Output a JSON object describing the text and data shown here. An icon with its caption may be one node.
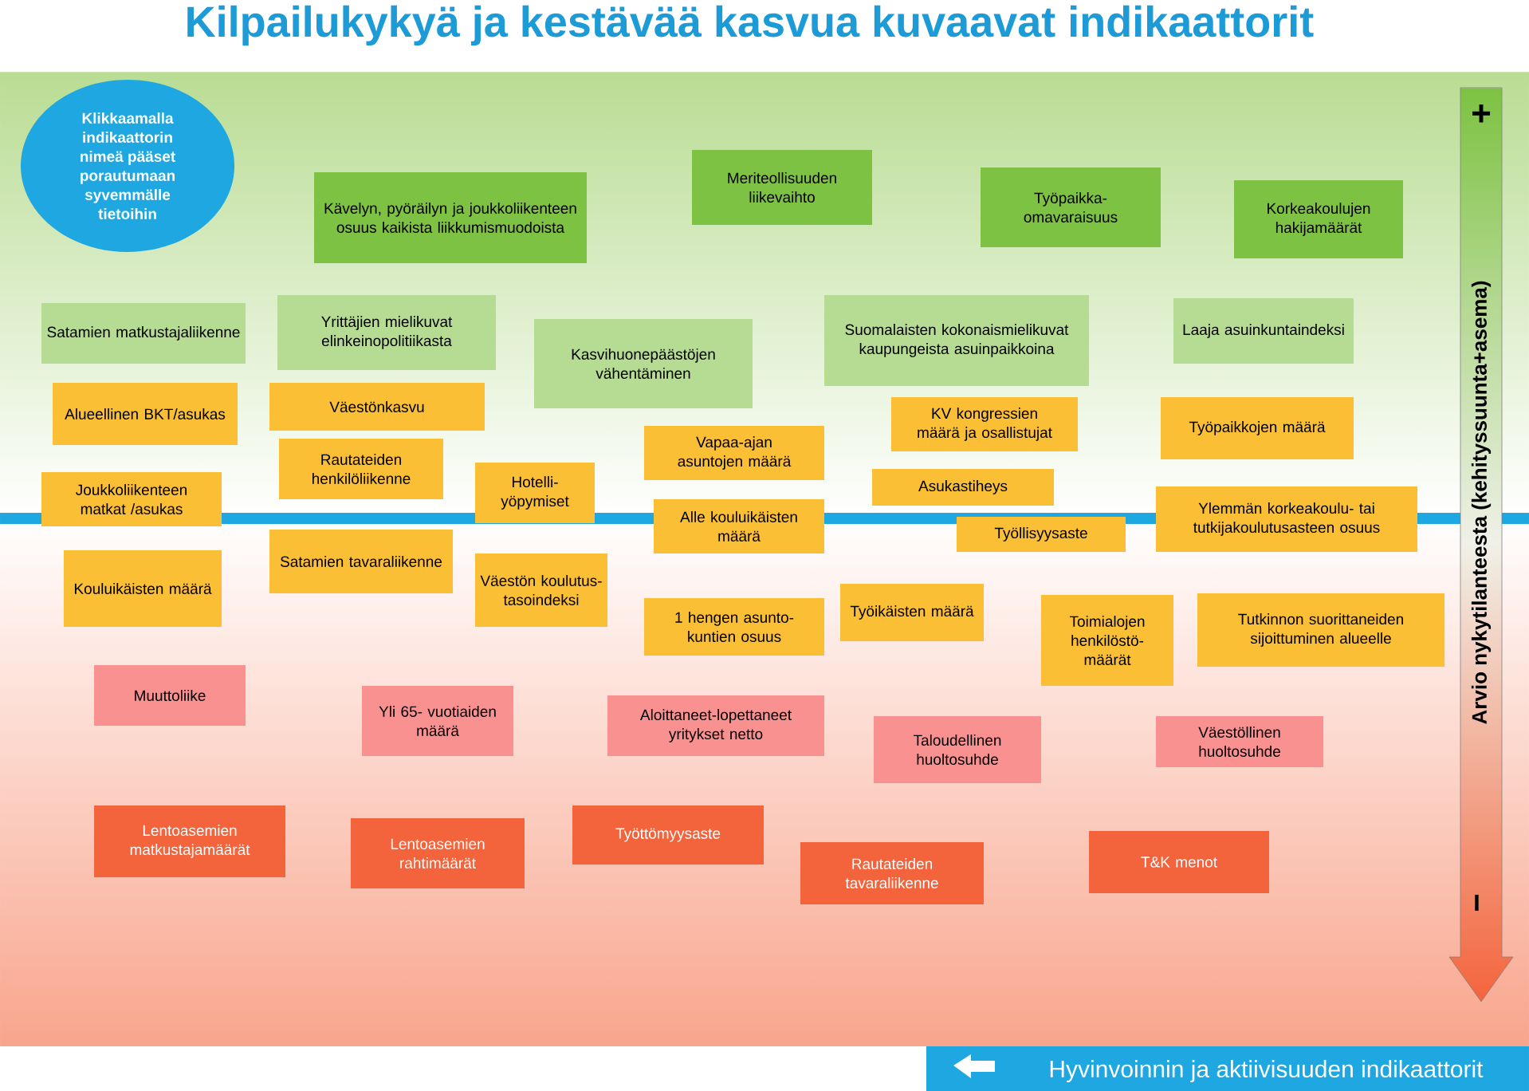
{
  "diagram": {
    "title": "Kilpailukykyä ja kestävää kasvua kuvaavat indikaattorit",
    "nodes": [
      {
        "text": [
          "Klikkaamalla indikaattorin nimeä pääset porautumaan syvemmälle tietoihin"
        ]
      },
      {
        "text": [
          "Kävelyn, pyöräilyn ja joukkoliikenteen osuus kaikista liikkumismuodoista"
        ]
      },
      {
        "text": [
          "Meriteollisuuden liikevaihto"
        ]
      },
      {
        "text": [
          "Työpaikka- omavaraisuus"
        ]
      },
      {
        "text": [
          "Korkeakoulujen hakijamäärät"
        ]
      },
      {
        "text": [
          "Satamien matkustajaliikenne"
        ]
      },
      {
        "text": [
          "Yrittäjien mielikuvat elinkeinopolitiikasta"
        ]
      },
      {
        "text": [
          "Kasvihuonepäästöjen vähentäminen"
        ]
      },
      {
        "text": [
          "Suomalaisten kokonaismielikuvat kaupungeista asuinpaikkoina"
        ]
      },
      {
        "text": [
          "Laaja asuinkuntaindeksi"
        ]
      },
      {
        "text": [
          "Alueellinen BKT/asukas"
        ]
      },
      {
        "text": [
          "Väestönkasvu"
        ]
      },
      {
        "text": [
          "Työpaikkojen määrä"
        ]
      },
      {
        "text": [
          "KV kongressien määrä ja osallistujat"
        ]
      },
      {
        "text": [
          "Vapaa-ajan asuntojen määrä"
        ]
      },
      {
        "text": [
          "Rautateiden henkilöliikenne"
        ]
      },
      {
        "text": [
          "Joukkoliikenteen matkat /asukas"
        ]
      },
      {
        "text": [
          "Hotelli- yöpymiset"
        ]
      },
      {
        "text": [
          "Asukastiheys"
        ]
      },
      {
        "text": [
          "Alle kouluikäisten määrä"
        ]
      },
      {
        "text": [
          "Työllisyysaste"
        ]
      },
      {
        "text": [
          "Ylemmän korkeakoulu- tai tutkijakoulutusasteen osuus"
        ]
      },
      {
        "text": [
          "Satamien tavaraliikenne"
        ]
      },
      {
        "text": [
          "Kouluikäisten määrä"
        ]
      },
      {
        "text": [
          "Väestön koulutus- tasoindeksi"
        ]
      },
      {
        "text": [
          "1 hengen asunto- kuntien osuus"
        ]
      },
      {
        "text": [
          "Työikäisten määrä"
        ]
      },
      {
        "text": [
          "Toimialojen henkilöstö- määrät"
        ]
      },
      {
        "text": [
          "Tutkinnon suorittaneiden sijoittuminen alueelle"
        ]
      },
      {
        "text": [
          "Muuttoliike"
        ]
      },
      {
        "text": [
          "Yli 65- vuotiaiden määrä"
        ]
      },
      {
        "text": [
          "Aloittaneet-lopettaneet yritykset netto"
        ]
      },
      {
        "text": [
          "Taloudellinen huoltosuhde"
        ]
      },
      {
        "text": [
          "Väestöllinen huoltosuhde"
        ]
      },
      {
        "text": [
          "Lentoasemien matkustajamäärät"
        ]
      },
      {
        "text": [
          "Työttömyysaste"
        ]
      },
      {
        "text": [
          "Lentoasemien rahtimäärät"
        ]
      },
      {
        "text": [
          "Rautateiden tavaraliikenne"
        ]
      },
      {
        "text": [
          "T&K menot"
        ]
      },
      {
        "text": [
          "Hyvinvoinnin ja aktiivisuuden indikaattorit"
        ]
      },
      {
        "text": [
          "+",
          "Arvio nykytilanteesta (kehityssuunta+asema)",
          "−"
        ]
      }
    ]
  }
}
